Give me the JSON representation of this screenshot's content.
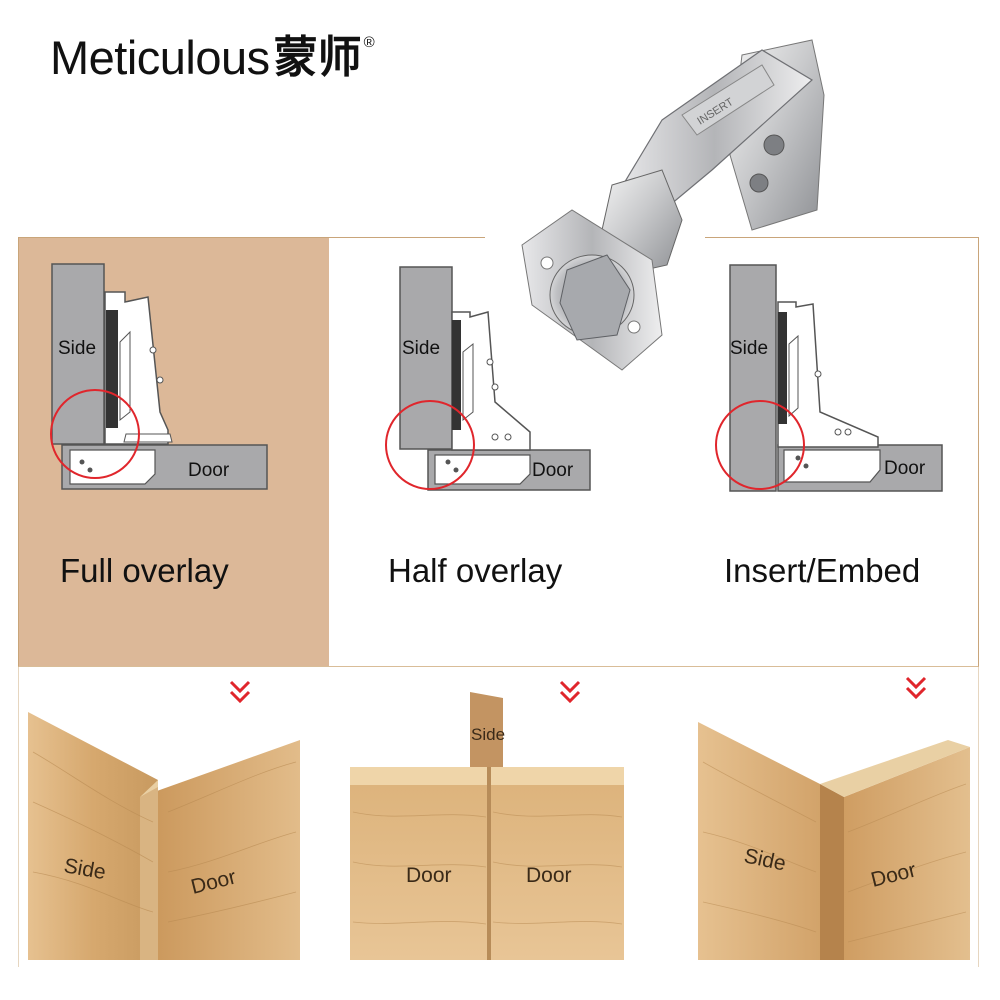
{
  "brand": {
    "name": "Meticulous",
    "chinese": "蒙师",
    "registered": "®"
  },
  "diagrams": [
    {
      "side_label": "Side",
      "door_label": "Door",
      "caption": "Full overlay",
      "highlighted": true
    },
    {
      "side_label": "Side",
      "door_label": "Door",
      "caption": "Half overlay",
      "highlighted": false
    },
    {
      "side_label": "Side",
      "door_label": "Door",
      "caption": "Insert/Embed",
      "highlighted": false
    }
  ],
  "photos": [
    {
      "left_label": "Side",
      "right_label": "Door"
    },
    {
      "top_label": "Side",
      "left_label": "Door",
      "right_label": "Door"
    },
    {
      "left_label": "Side",
      "right_label": "Door"
    }
  ],
  "icons": {
    "down_arrow": "double-chevron-down-icon",
    "callout": "red-circle-callout"
  },
  "colors": {
    "highlight_panel": "#dcb898",
    "frame_border": "#c9a57a",
    "accent_red": "#e0262c",
    "side_panel": "#a9a9ab",
    "wood": "#d8ad76",
    "text": "#111111"
  }
}
